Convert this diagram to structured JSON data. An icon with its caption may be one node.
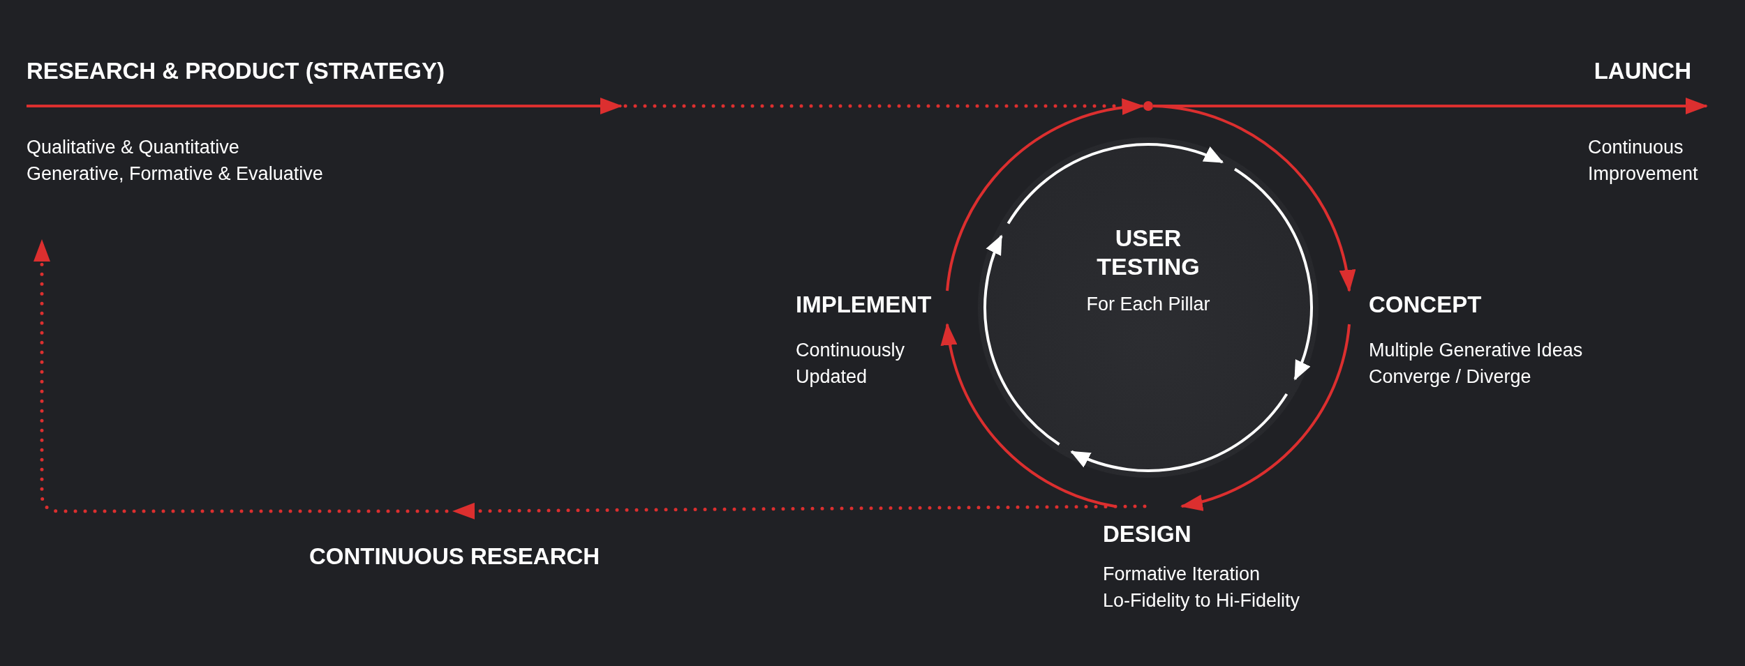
{
  "diagram": {
    "nodes": [
      {
        "text": [
          "RESEARCH & PRODUCT (STRATEGY)",
          "Qualitative & Quantitative",
          "Generative, Formative & Evaluative"
        ]
      },
      {
        "text": [
          "LAUNCH",
          "Continuous Improvement"
        ]
      },
      {
        "text": [],
        "shape": "point"
      },
      {
        "text": [
          "CONCEPT",
          "Multiple Generative Ideas",
          "Converge / Diverge"
        ]
      },
      {
        "text": [
          "DESIGN",
          "Formative Iteration",
          "Lo-Fidelity to Hi-Fidelity"
        ]
      },
      {
        "text": [
          "CONTINUOUS RESEARCH"
        ]
      },
      {
        "text": [
          "IMPLEMENT",
          "Continuously Updated"
        ]
      },
      {
        "text": [
          "USER TESTING",
          "For Each Pillar"
        ]
      }
    ],
    "edges": [
      {
        "from": 0,
        "to": null,
        "arrow": "to"
      },
      {
        "from": null,
        "to": 2,
        "arrow": "none",
        "style": "dashed"
      },
      {
        "from": 2,
        "to": 1,
        "arrow": "to"
      },
      {
        "from": 2,
        "to": 3,
        "arrow": "to"
      },
      {
        "from": 3,
        "to": 4,
        "arrow": "to"
      },
      {
        "from": 4,
        "to": 5,
        "arrow": "to",
        "style": "dashed"
      },
      {
        "from": 5,
        "to": 0,
        "arrow": "to",
        "style": "dashed"
      },
      {
        "from": 4,
        "to": 6,
        "arrow": "to"
      },
      {
        "from": 6,
        "to": 2,
        "arrow": "to"
      }
    ]
  }
}
